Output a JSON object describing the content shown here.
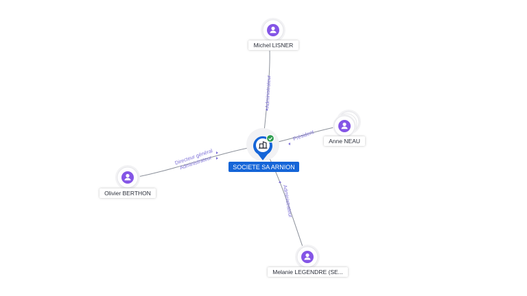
{
  "center": {
    "label": "SOCIETE SA ARNION",
    "icon": "company-building-icon",
    "badge_icon": "verified-check-icon",
    "color": "#1565d8",
    "badge_color": "#2e9e4f"
  },
  "people": [
    {
      "id": "michel",
      "label": "Michel LISNER",
      "roles": [
        "Administrateur"
      ],
      "stacked": false
    },
    {
      "id": "anne",
      "label": "Anne NEAU",
      "roles": [
        "Président"
      ],
      "stacked": true
    },
    {
      "id": "olivier",
      "label": "Olivier BERTHON",
      "roles": [
        "Directeur général",
        "Administrateur"
      ],
      "stacked": false
    },
    {
      "id": "melanie",
      "label": "Melanie LEGENDRE (SE...",
      "roles": [
        "Administrateur"
      ],
      "stacked": false
    }
  ],
  "person_icon": "person-icon",
  "accent_color": "#8455e6",
  "role_color": "#7f72d8"
}
